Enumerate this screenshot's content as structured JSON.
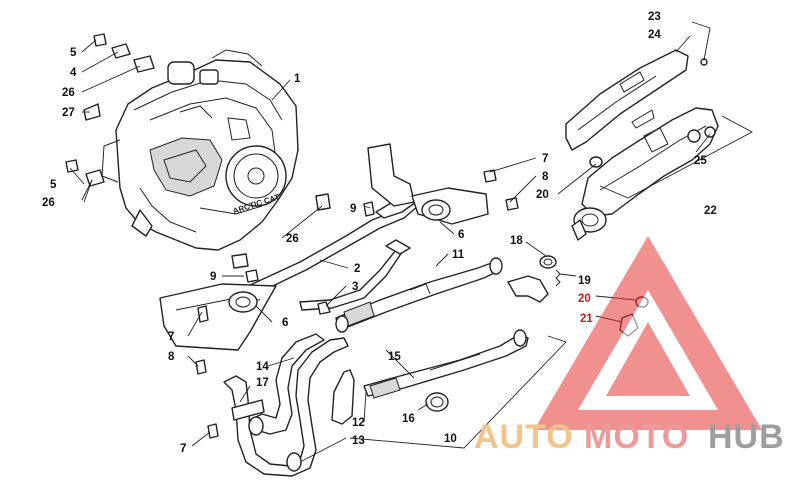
{
  "callouts": {
    "c1": "1",
    "c2": "2",
    "c3": "3",
    "c4": "4",
    "c5a": "5",
    "c5b": "5",
    "c6a": "6",
    "c6b": "6",
    "c7a": "7",
    "c7b": "7",
    "c7c": "7",
    "c8a": "8",
    "c8b": "8",
    "c9a": "9",
    "c9b": "9",
    "c10": "10",
    "c11": "11",
    "c12": "12",
    "c13": "13",
    "c14": "14",
    "c15": "15",
    "c16": "16",
    "c17": "17",
    "c18": "18",
    "c19": "19",
    "c20a": "20",
    "c20b": "20",
    "c21": "21",
    "c22": "22",
    "c23": "23",
    "c24": "24",
    "c25": "25",
    "c26a": "26",
    "c26b": "26",
    "c26c": "26",
    "c27": "27"
  },
  "engine_stamp": "ARCTIC CAT",
  "watermark": {
    "part1": "AUTO",
    "part2": "MOTO",
    "part3": "HUB",
    "color_auto": "#f2c48a",
    "color_moto": "#ef9a9a",
    "color_hub": "#9e9e9e",
    "triangle_color": "#e53935"
  }
}
